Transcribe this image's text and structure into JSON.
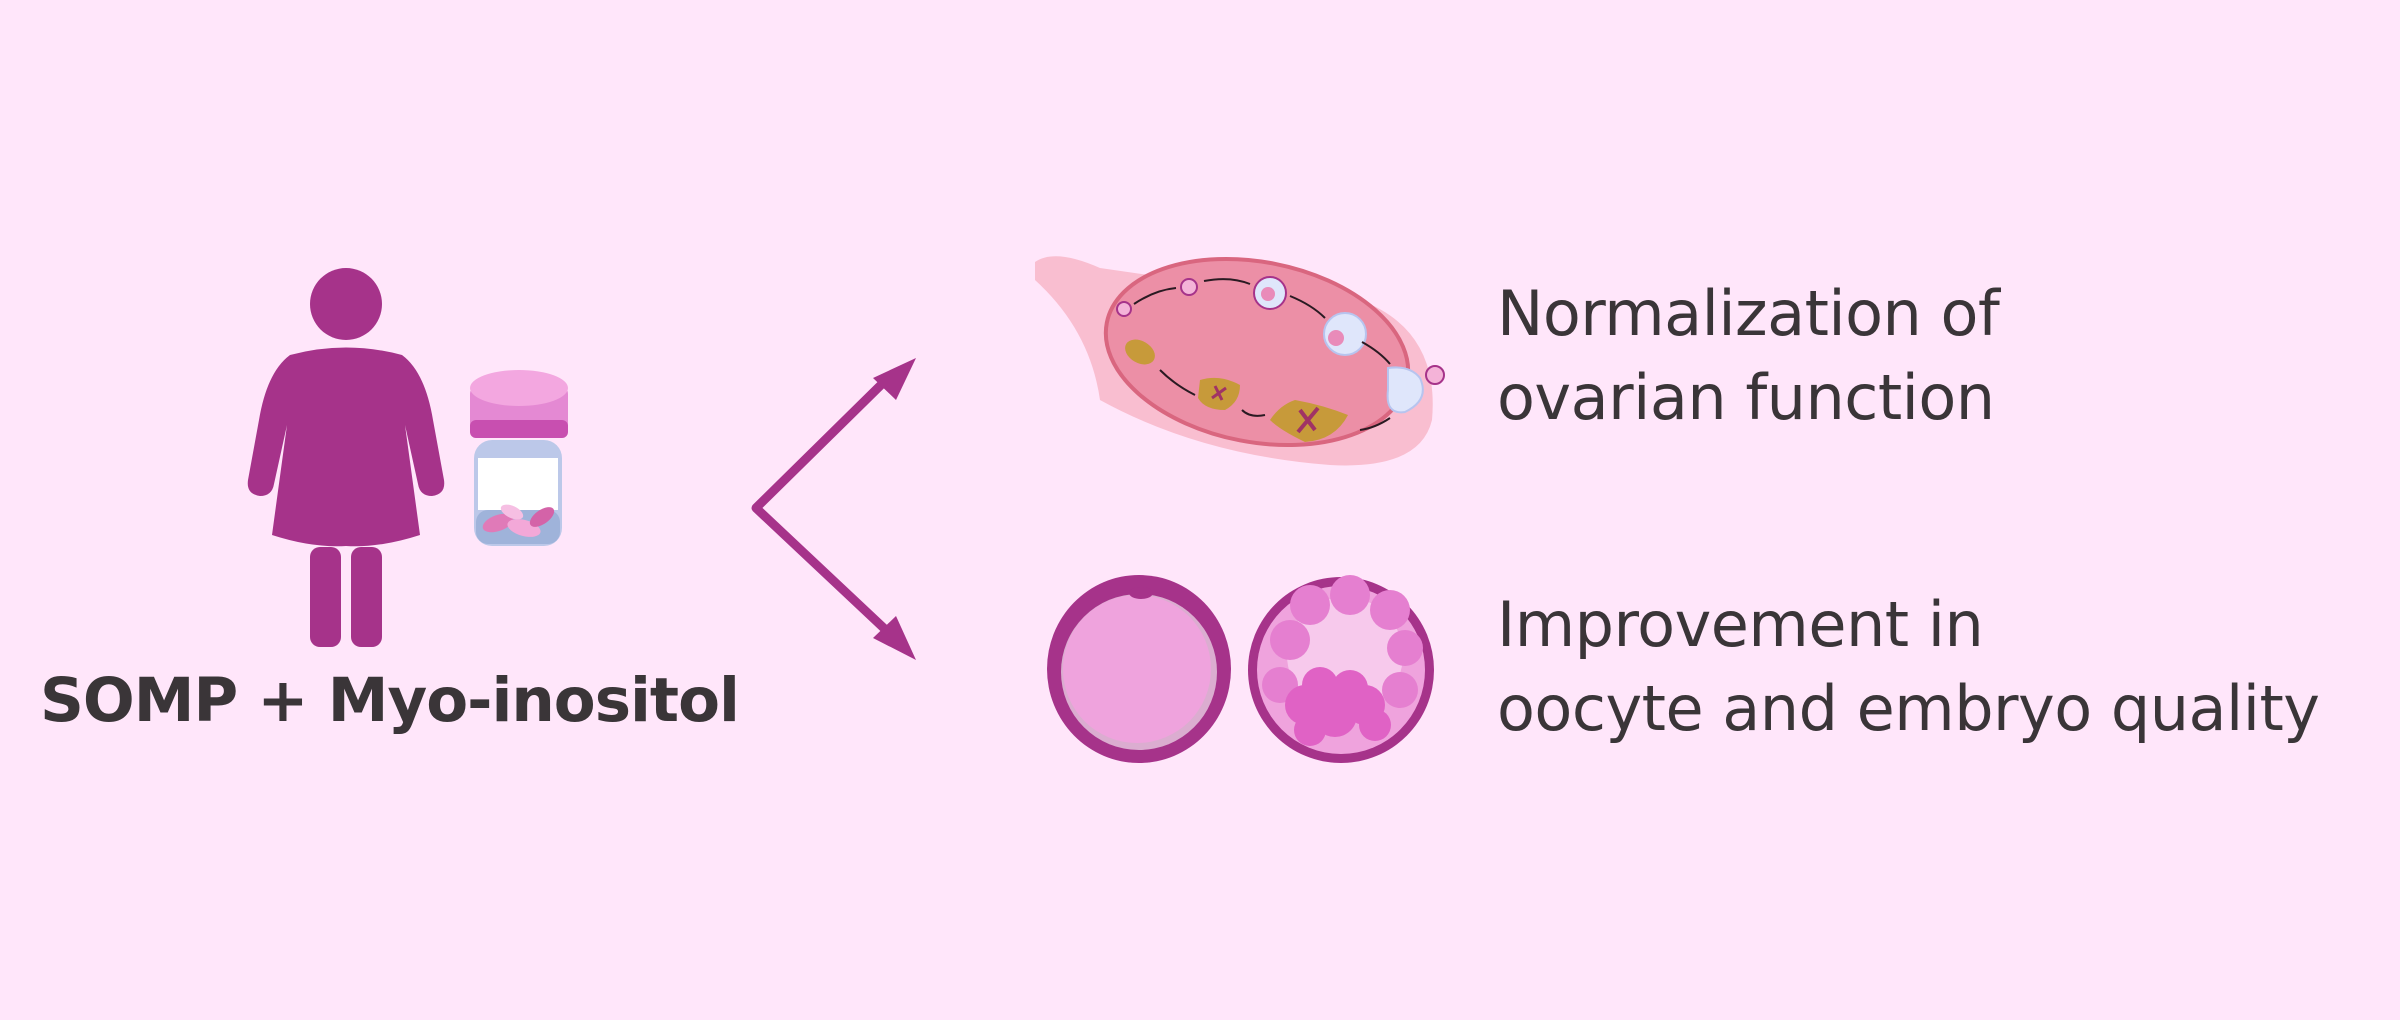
{
  "diagram": {
    "caption": "SOMP + Myo-inositol",
    "outcomes": [
      {
        "line1": "Normalization of",
        "line2": "ovarian function"
      },
      {
        "line1": "Improvement in",
        "line2": "oocyte and embryo quality"
      }
    ],
    "icons": [
      "woman-icon",
      "pill-jar-icon",
      "branch-arrow-icon",
      "ovary-icon",
      "oocyte-icon",
      "embryo-icon"
    ],
    "colors": {
      "background": "#ffe6fa",
      "primary": "#a6338a",
      "pink": "#efa3dd",
      "ovary": "#ec8fa6",
      "corpus": "#c79a3a",
      "text": "#3a3538"
    }
  }
}
